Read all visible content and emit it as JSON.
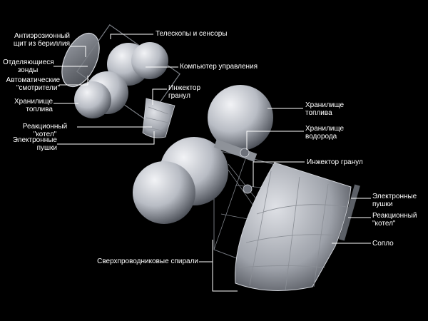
{
  "labels": {
    "beryllium_shield": "Антиэрозионный\nщит из бериллия",
    "telescopes": "Телескопы и сенсоры",
    "probes": "Отделяющиеся\nзонды",
    "control_computer": "Компьютер управления",
    "watchers": "Автоматические\n\"смотрители\"",
    "fuel_storage_left": "Хранилище\nтоплива",
    "pellet_injector_small": "Инжектор\nгранул",
    "reaction_chamber_left": "Реакционный\n\"котел\"",
    "electron_guns_left": "Электронные\nпушки",
    "fuel_storage_right": "Хранилище\nтоплива",
    "hydrogen_storage": "Хранилище\nводорода",
    "pellet_injector_large": "Инжектор гранул",
    "electron_guns_right": "Электронные\nпушки",
    "reaction_chamber_right": "Реакционный\n\"котел\"",
    "nozzle": "Сопло",
    "superconducting_coils": "Сверхпроводниковые спирали"
  },
  "colors": {
    "background": "#000000",
    "label_text": "#ffffff",
    "leader_line": "#ffffff",
    "hull": "#b9bdc4"
  }
}
